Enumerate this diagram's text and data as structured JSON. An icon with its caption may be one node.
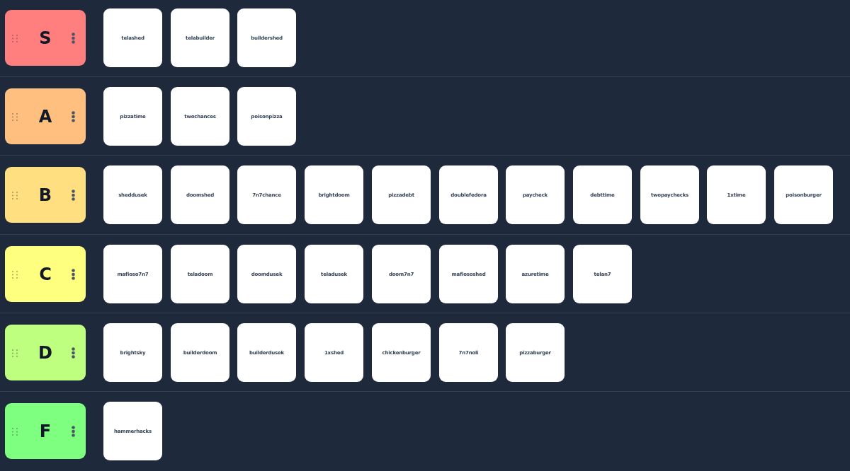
{
  "diagram": {
    "nodes": [
      {
        "text": [
          "S"
        ]
      },
      {
        "text": [
          "telashed"
        ]
      },
      {
        "text": [
          "telabuilder"
        ]
      },
      {
        "text": [
          "buildershed"
        ]
      },
      {
        "text": [
          "A"
        ]
      },
      {
        "text": [
          "pizzatime"
        ]
      },
      {
        "text": [
          "twochances"
        ]
      },
      {
        "text": [
          "poisonpizza"
        ]
      },
      {
        "text": [
          "B"
        ]
      },
      {
        "text": [
          "sheddusek"
        ]
      },
      {
        "text": [
          "doomshed"
        ]
      },
      {
        "text": [
          "7n7chance"
        ]
      },
      {
        "text": [
          "brightdoom"
        ]
      },
      {
        "text": [
          "pizzadebt"
        ]
      },
      {
        "text": [
          "doublefedora"
        ]
      },
      {
        "text": [
          "paycheck"
        ]
      },
      {
        "text": [
          "debttime"
        ]
      },
      {
        "text": [
          "twopaychecks"
        ]
      },
      {
        "text": [
          "1xtime"
        ]
      },
      {
        "text": [
          "poisonburger"
        ]
      },
      {
        "text": [
          "C"
        ]
      },
      {
        "text": [
          "mafioso7n7"
        ]
      },
      {
        "text": [
          "teladoom"
        ]
      },
      {
        "text": [
          "doomdusek"
        ]
      },
      {
        "text": [
          "teladusek"
        ]
      },
      {
        "text": [
          "doom7n7"
        ]
      },
      {
        "text": [
          "mafiososhed"
        ]
      },
      {
        "text": [
          "azuretime"
        ]
      },
      {
        "text": [
          "telan7"
        ]
      },
      {
        "text": [
          "D"
        ]
      },
      {
        "text": [
          "brightsky"
        ]
      },
      {
        "text": [
          "builderdoom"
        ]
      },
      {
        "text": [
          "builderdusek"
        ]
      },
      {
        "text": [
          "1xshed"
        ]
      },
      {
        "text": [
          "chickenburger"
        ]
      },
      {
        "text": [
          "7n7noli"
        ]
      },
      {
        "text": [
          "pizzaburger"
        ]
      },
      {
        "text": [
          "F"
        ]
      },
      {
        "text": [
          "hammerhacks"
        ]
      }
    ],
    "edges": []
  }
}
